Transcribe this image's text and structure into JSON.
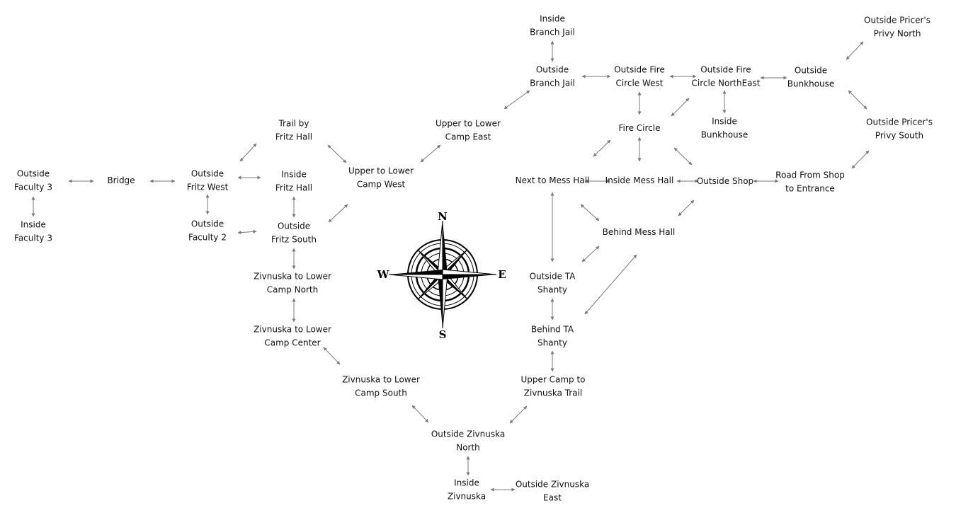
{
  "nodes": [
    {
      "id": "outside_faculty_3",
      "lines": [
        "Outside",
        "Faculty 3"
      ]
    },
    {
      "id": "inside_faculty_3",
      "lines": [
        "Inside",
        "Faculty 3"
      ]
    },
    {
      "id": "bridge",
      "lines": [
        "Bridge"
      ]
    },
    {
      "id": "outside_fritz_west",
      "lines": [
        "Outside",
        "Fritz West"
      ]
    },
    {
      "id": "outside_faculty_2",
      "lines": [
        "Outside",
        "Faculty 2"
      ]
    },
    {
      "id": "trail_by_fritz_hall",
      "lines": [
        "Trail by",
        "Fritz Hall"
      ]
    },
    {
      "id": "inside_fritz_hall",
      "lines": [
        "Inside",
        "Fritz Hall"
      ]
    },
    {
      "id": "outside_fritz_south",
      "lines": [
        "Outside",
        "Fritz South"
      ]
    },
    {
      "id": "upper_to_lower_camp_west",
      "lines": [
        "Upper to Lower",
        "Camp West"
      ]
    },
    {
      "id": "upper_to_lower_camp_east",
      "lines": [
        "Upper to Lower",
        "Camp East"
      ]
    },
    {
      "id": "zivnuska_lower_north",
      "lines": [
        "Zivnuska to Lower",
        "Camp North"
      ]
    },
    {
      "id": "zivnuska_lower_center",
      "lines": [
        "Zivnuska to Lower",
        "Camp Center"
      ]
    },
    {
      "id": "zivnuska_lower_south",
      "lines": [
        "Zivnuska to Lower",
        "Camp South"
      ]
    },
    {
      "id": "outside_zivnuska_north",
      "lines": [
        "Outside Zivnuska",
        "North"
      ]
    },
    {
      "id": "inside_zivnuska",
      "lines": [
        "Inside",
        "Zivnuska"
      ]
    },
    {
      "id": "outside_zivnuska_east",
      "lines": [
        "Outside Zivnuska",
        "East"
      ]
    },
    {
      "id": "inside_branch_jail",
      "lines": [
        "Inside",
        "Branch Jail"
      ]
    },
    {
      "id": "outside_branch_jail",
      "lines": [
        "Outside",
        "Branch Jail"
      ]
    },
    {
      "id": "outside_fire_circle_west",
      "lines": [
        "Outside Fire",
        "Circle West"
      ]
    },
    {
      "id": "outside_fire_circle_ne",
      "lines": [
        "Outside Fire",
        "Circle NorthEast"
      ]
    },
    {
      "id": "outside_bunkhouse",
      "lines": [
        "Outside",
        "Bunkhouse"
      ]
    },
    {
      "id": "inside_bunkhouse",
      "lines": [
        "Inside",
        "Bunkhouse"
      ]
    },
    {
      "id": "fire_circle",
      "lines": [
        "Fire Circle"
      ]
    },
    {
      "id": "outside_pricers_privy_north",
      "lines": [
        "Outside Pricer's",
        "Privy North"
      ]
    },
    {
      "id": "outside_pricers_privy_south",
      "lines": [
        "Outside Pricer's",
        "Privy South"
      ]
    },
    {
      "id": "next_to_mess_hall",
      "lines": [
        "Next to Mess Hall"
      ]
    },
    {
      "id": "inside_mess_hall",
      "lines": [
        "Inside Mess Hall"
      ]
    },
    {
      "id": "outside_shop",
      "lines": [
        "Outside Shop"
      ]
    },
    {
      "id": "road_from_shop",
      "lines": [
        "Road From Shop",
        "to  Entrance"
      ]
    },
    {
      "id": "behind_mess_hall",
      "lines": [
        "Behind Mess Hall"
      ]
    },
    {
      "id": "outside_ta_shanty",
      "lines": [
        "Outside TA",
        "Shanty"
      ]
    },
    {
      "id": "behind_ta_shanty",
      "lines": [
        "Behind TA",
        "Shanty"
      ]
    },
    {
      "id": "upper_camp_zivnuska_trail",
      "lines": [
        "Upper Camp to",
        "Zivnuska Trail"
      ]
    }
  ],
  "compass": {
    "north": "N",
    "south": "S",
    "east": "E",
    "west": "W"
  }
}
